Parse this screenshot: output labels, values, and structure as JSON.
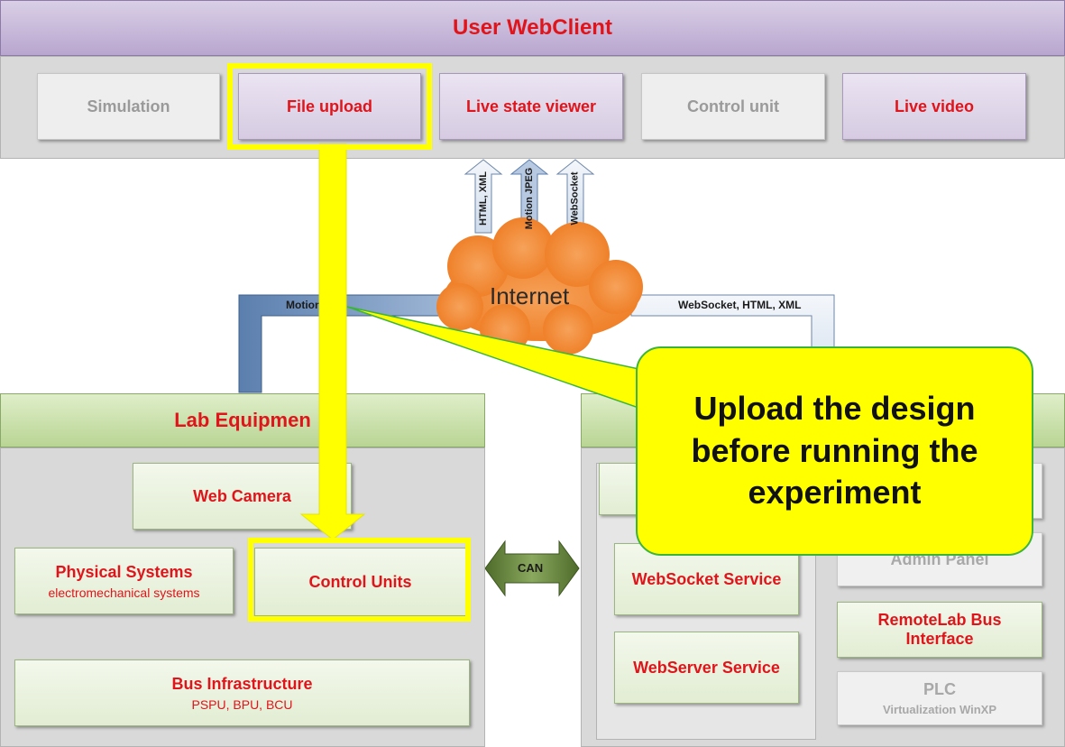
{
  "client": {
    "title": "User WebClient",
    "tabs": [
      {
        "label": "Simulation",
        "active": false
      },
      {
        "label": "File upload",
        "active": true
      },
      {
        "label": "Live state viewer",
        "active": true
      },
      {
        "label": "Control unit",
        "active": false
      },
      {
        "label": "Live video",
        "active": true
      }
    ]
  },
  "arrows": {
    "up_labels": [
      "HTML, XML",
      "Motion JPEG",
      "WebSocket"
    ],
    "left_label": "Motion",
    "right_label": "WebSocket, HTML, XML",
    "can_label": "CAN"
  },
  "cloud": {
    "label": "Internet"
  },
  "lab": {
    "title": "Lab Equipmen",
    "web_camera": "Web Camera",
    "physical_systems": {
      "title": "Physical Systems",
      "subtitle": "electromechanical systems"
    },
    "control_units": "Control Units",
    "bus_infrastructure": {
      "title": "Bus Infrastructure",
      "subtitle": "PSPU, BPU, BCU"
    }
  },
  "server": {
    "websocket_service": "WebSocket Service",
    "webserver_service": "WebServer Service",
    "admin_panel": "Admin Panel",
    "remotelab_bus": "RemoteLab Bus Interface",
    "plc": {
      "title": "PLC",
      "subtitle": "Virtualization WinXP"
    }
  },
  "callout": {
    "text": "Upload the design before running the experiment"
  },
  "colors": {
    "accent_red": "#e0151b",
    "highlight_yellow": "#ffff00",
    "cloud_orange": "#f28a2e"
  }
}
